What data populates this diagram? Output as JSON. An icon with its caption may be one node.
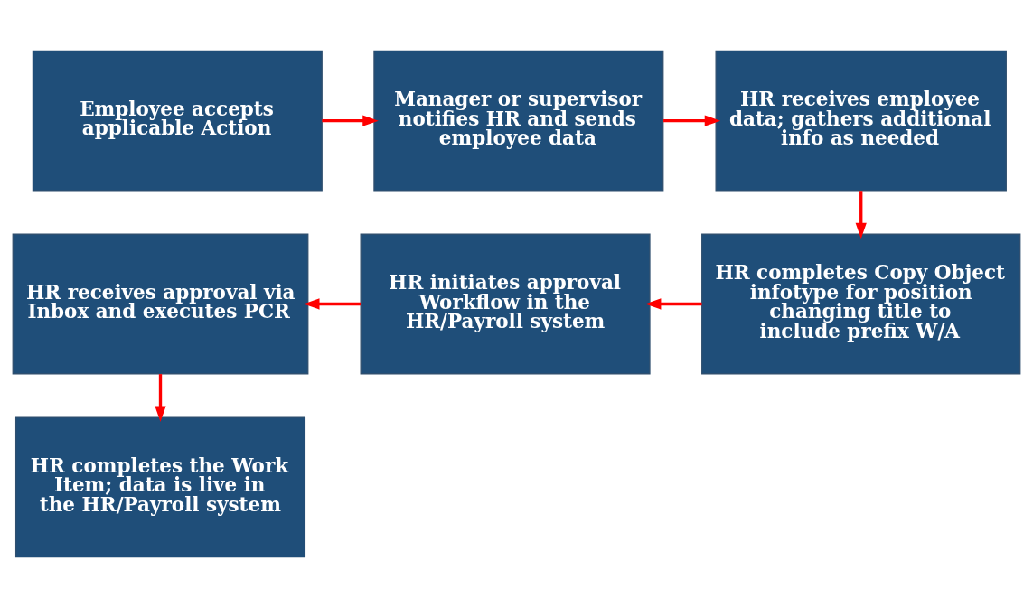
{
  "diagram": {
    "nodes": [
      {
        "text": [
          "Employee accepts applicable Action"
        ]
      },
      {
        "text": [
          "Manager or supervisor notifies HR and sends employee data"
        ]
      },
      {
        "text": [
          "HR receives employee data; gathers additional info as needed"
        ]
      },
      {
        "text": [
          "HR completes Copy Object infotype for position changing title to include prefix W/A"
        ]
      },
      {
        "text": [
          "HR initiates approval Workflow in the HR/Payroll system"
        ]
      },
      {
        "text": [
          "HR receives approval via Inbox and executes PCR"
        ]
      },
      {
        "text": [
          "HR completes the Work Item; data is live in the HR/Payroll system"
        ]
      }
    ],
    "edges": [
      {
        "from": 0,
        "to": 1,
        "arrow": "to",
        "color": "#ff0000"
      },
      {
        "from": 1,
        "to": 2,
        "arrow": "to",
        "color": "#ff0000"
      },
      {
        "from": 2,
        "to": 3,
        "arrow": "to",
        "color": "#ff0000"
      },
      {
        "from": 3,
        "to": 4,
        "arrow": "to",
        "color": "#ff0000"
      },
      {
        "from": 4,
        "to": 5,
        "arrow": "to",
        "color": "#ff0000"
      },
      {
        "from": 5,
        "to": 6,
        "arrow": "to",
        "color": "#ff0000"
      }
    ]
  }
}
